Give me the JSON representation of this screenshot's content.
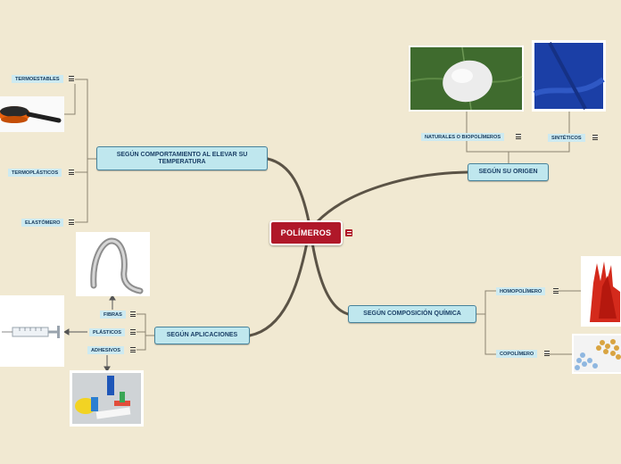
{
  "central": {
    "label": "POLÍMEROS"
  },
  "branches": {
    "temperatura": {
      "label": "SEGÚN COMPORTAMIENTO AL ELEVAR SU TEMPERATURA",
      "children": [
        "TERMOESTABLES",
        "TERMOPLÁSTICOS",
        "ELASTÓMERO"
      ]
    },
    "origen": {
      "label": "SEGÚN SU ORIGEN",
      "children": [
        "NATURALES O BIOPOLÍMEROS",
        "SINTÉTICOS"
      ]
    },
    "composicion": {
      "label": "SEGÚN COMPOSICIÓN QUÍMICA",
      "children": [
        "HOMOPOLÍMERO",
        "COPOLÍMERO"
      ]
    },
    "aplicaciones": {
      "label": "SEGÚN APLICACIONES",
      "children": [
        "FIBRAS",
        "PLÁSTICOS",
        "ADHESIVOS"
      ]
    }
  },
  "colors": {
    "background": "#f1e9d2",
    "central_fill": "#b01829",
    "main_fill": "#bfe7ee",
    "sub_fill": "#cdeaf1",
    "connector": "#5b5346"
  },
  "images": [
    "frying-pan",
    "silkworm-cocoon",
    "blue-fabric",
    "red-gloves",
    "plastic-pellets",
    "syringe",
    "fiber-hanger",
    "adhesive-products"
  ]
}
